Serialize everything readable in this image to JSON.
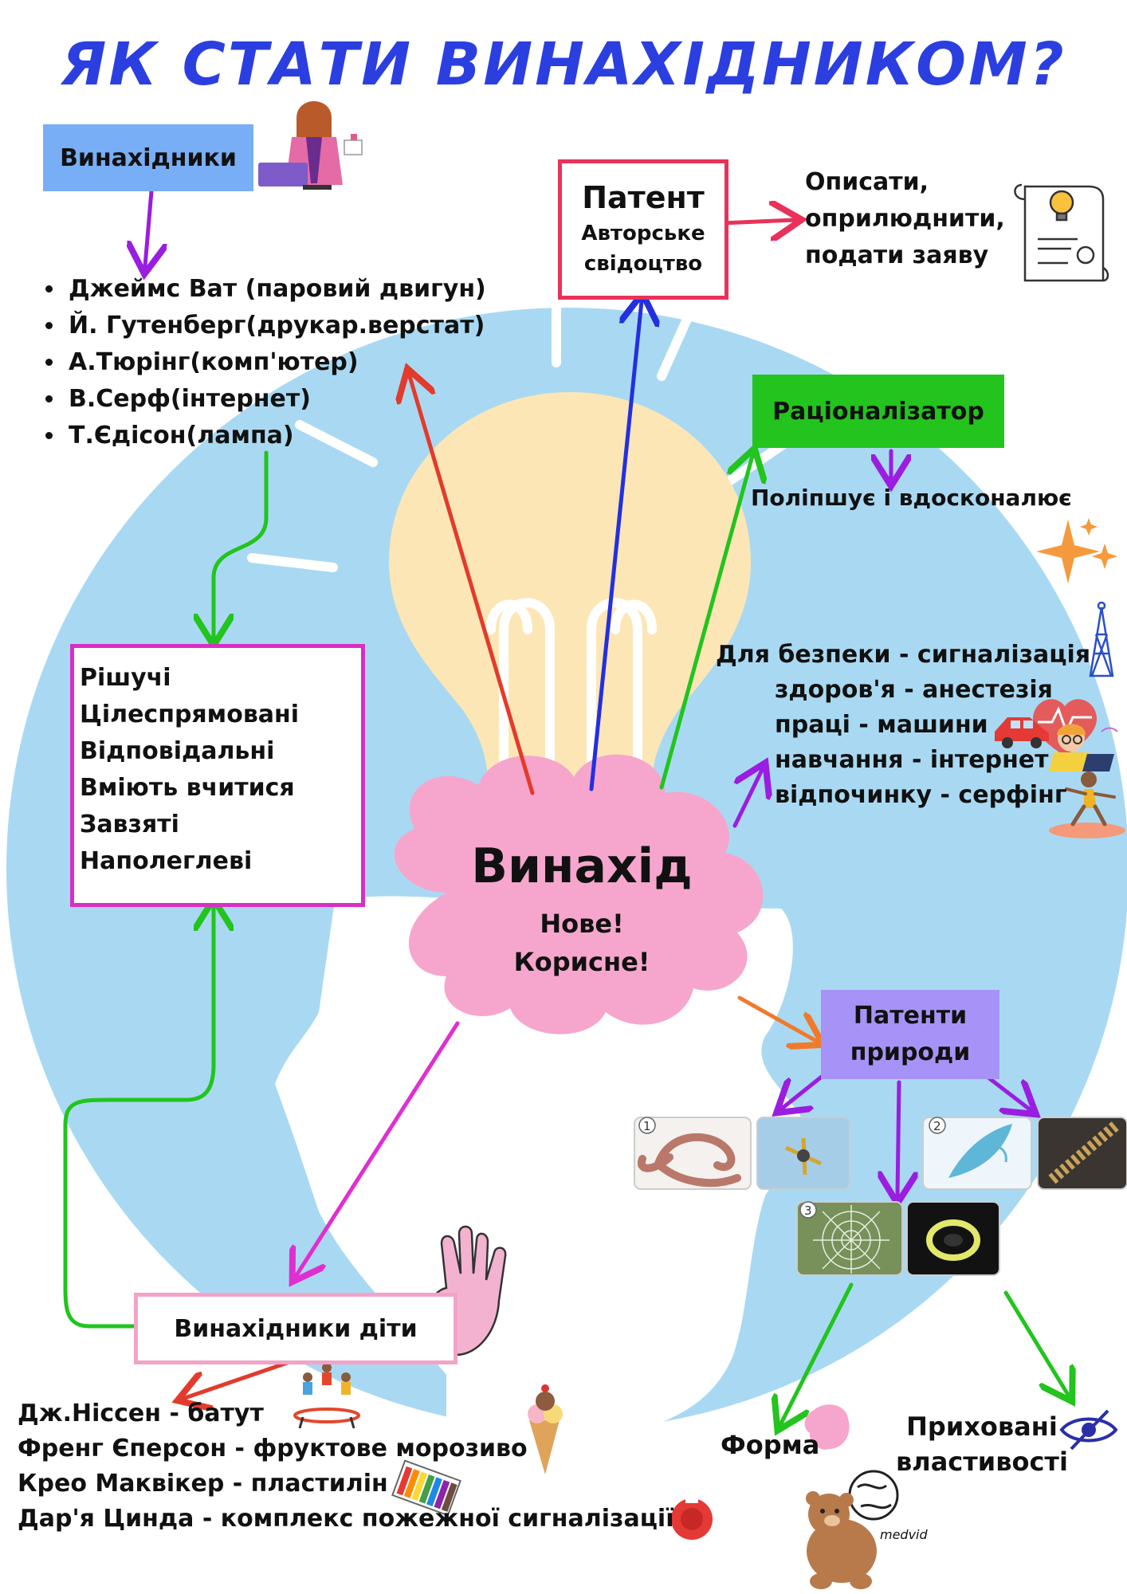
{
  "title": "Як стати винахідником?",
  "inventors": {
    "label": "Винахідники",
    "list": [
      "Джеймс Ват (паровий двигун)",
      "Й. Гутенберг(друкар.верстат)",
      "А.Тюрінг(комп'ютер)",
      "В.Серф(інтернет)",
      "Т.Єдісон(лампа)"
    ]
  },
  "patent": {
    "title": "Патент",
    "subtitle_line1": "Авторське",
    "subtitle_line2": "свідоцтво"
  },
  "patent_steps": [
    "Описати,",
    "оприлюднити,",
    "подати заяву"
  ],
  "rationalizer": {
    "label": "Раціоналізатор",
    "description": "Поліпшує і вдосконалює"
  },
  "traits": [
    "Рішучі",
    "Цілеспрямовані",
    "Відповідальні",
    "Вміють вчитися",
    "Завзяті",
    "Наполеглеві"
  ],
  "uses": [
    "Для безпеки - сигналізація",
    "здоров'я - анестезія",
    "праці - машини",
    "навчання - інтернет",
    "відпочинку - серфінг"
  ],
  "invention": {
    "title": "Винахід",
    "line1": "Нове!",
    "line2": "Корисне!"
  },
  "nature_patents": {
    "line1": "Патенти",
    "line2": "природи",
    "numbers": [
      "1",
      "2",
      "3"
    ]
  },
  "kid_inventors": {
    "label": "Винахідники діти",
    "list": [
      "Дж.Ніссен - батут",
      "Френг Єперсон - фруктове морозиво",
      "Крео Маквікер - пластилін",
      "Дар'я Цинда - комплекс пожежної сигналізації"
    ]
  },
  "form_label": "Форма",
  "hidden_properties": {
    "line1": "Приховані",
    "line2": "властивості"
  },
  "signature": "medvid",
  "colors": {
    "title": "#2b3fe0",
    "circle": "#a9d9f2",
    "bulb": "#fde6b6",
    "cloud": "#f6a6cd",
    "inventors_box": "#78aef5",
    "rationalizer_box": "#22c41d",
    "nature_box": "#a793f7",
    "patent_border": "#e8325a",
    "traits_border": "#d92ec6",
    "kids_border": "#f2a3c8"
  }
}
